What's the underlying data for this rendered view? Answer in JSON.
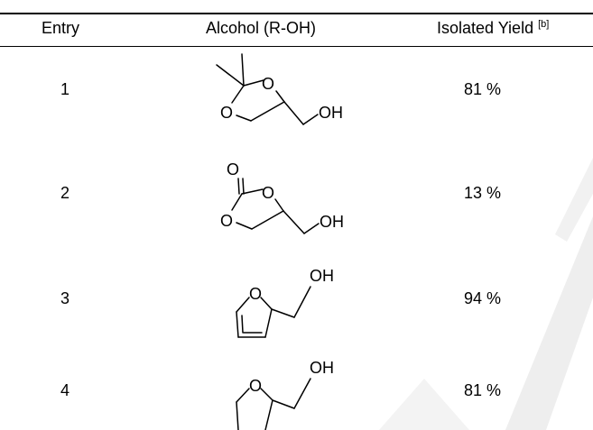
{
  "table": {
    "headers": {
      "entry": "Entry",
      "alcohol": "Alcohol (R-OH)",
      "yield": "Isolated Yield",
      "yield_note": "[b]"
    },
    "rows": [
      {
        "entry": "1",
        "yield": "81 %"
      },
      {
        "entry": "2",
        "yield": "13 %"
      },
      {
        "entry": "3",
        "yield": "94 %"
      },
      {
        "entry": "4",
        "yield": "81 %"
      }
    ]
  },
  "atoms": {
    "o": "O",
    "oh": "OH"
  },
  "colors": {
    "text": "#000000",
    "watermark": "#eeeeee"
  }
}
